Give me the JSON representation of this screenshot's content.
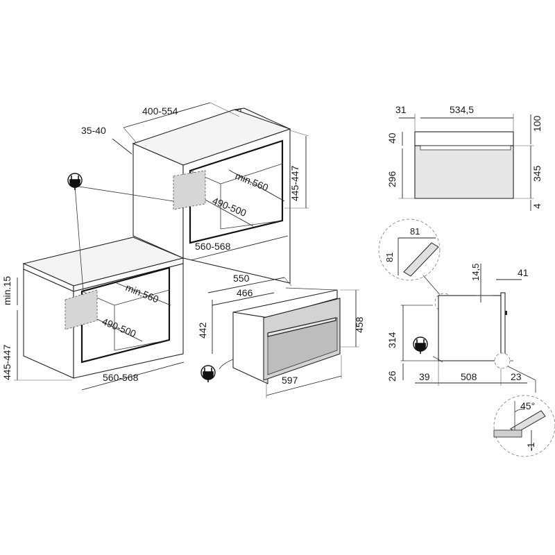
{
  "diagram": {
    "dimensions": {
      "top_niche_depth": "400-554",
      "top_niche_side_gap": "35-40",
      "top_niche_min_depth": "min.560",
      "top_niche_height": "445-447",
      "top_niche_inner_width": "490-500",
      "top_niche_outer_width": "560-568",
      "under_counter_min": "min.15",
      "under_counter_height": "445-447",
      "under_counter_min_depth": "min.560",
      "under_counter_inner_width": "490-500",
      "under_counter_outer_width": "560-568",
      "oven_total_depth": "550",
      "oven_body_depth": "466",
      "oven_body_height": "442",
      "oven_front_height": "458",
      "oven_front_width": "597",
      "side_left_offset": "31",
      "side_inner_depth": "534,5",
      "side_top_gap": "100",
      "side_top_panel": "40",
      "side_body_height": "296",
      "side_total_height": "345",
      "side_bottom_gap": "4",
      "detail_a_width": "81",
      "detail_a_height": "81",
      "top_gap_small": "14,5",
      "front_overhang": "41",
      "side_view_height": "314",
      "bottom_offset": "26",
      "bottom_left": "39",
      "bottom_depth": "508",
      "bottom_right": "23",
      "detail_b_angle": "45°",
      "detail_b_offset": "-1"
    },
    "icons": {
      "plug_top": "plug-icon",
      "plug_oven": "plug-icon",
      "plug_side": "plug-icon"
    }
  }
}
